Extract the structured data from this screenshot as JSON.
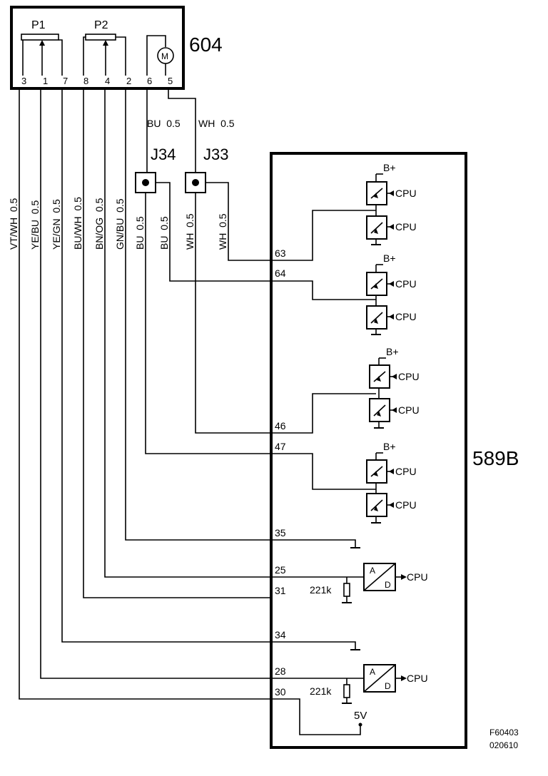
{
  "component_604": {
    "label": "604",
    "p1": "P1",
    "p2": "P2",
    "motor": "M",
    "pins": [
      "3",
      "1",
      "7",
      "8",
      "4",
      "2",
      "6",
      "5"
    ]
  },
  "motor_wires": [
    "BU  0.5",
    "WH  0.5"
  ],
  "connectors": {
    "j34": "J34",
    "j33": "J33"
  },
  "wire_labels": [
    "VT/WH  0.5",
    "YE/BU  0.5",
    "YE/GN  0.5",
    "BU/WH  0.5",
    "BN/OG  0.5",
    "GN/BU  0.5",
    "BU  0.5",
    "BU  0.5",
    "WH  0.5",
    "WH  0.5"
  ],
  "component_589b": {
    "label": "589B",
    "pins": [
      "63",
      "64",
      "46",
      "47",
      "35",
      "25",
      "31",
      "34",
      "28",
      "30"
    ],
    "supply": "B+",
    "cpu": "CPU",
    "adc": {
      "a": "A",
      "d": "D"
    },
    "resistor": "221k",
    "vref": "5V"
  },
  "footer": {
    "code": "F60403",
    "date": "020610"
  }
}
